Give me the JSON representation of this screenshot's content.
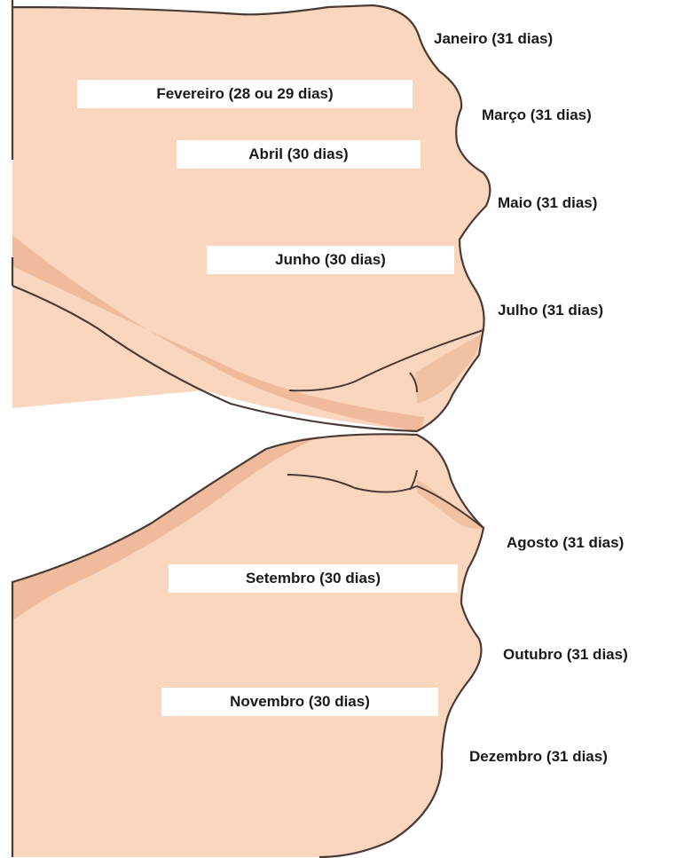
{
  "colors": {
    "skin": "#fbd6bf",
    "skin_shadow": "#efbb9c",
    "outline": "#4a3a35",
    "label_box": "#ffffff",
    "text": "#1a1a1a"
  },
  "upper_fist": {
    "months": [
      {
        "name": "Janeiro (31 dias)",
        "position": "knuckle"
      },
      {
        "name": "Fevereiro (28 ou 29 dias)",
        "position": "valley"
      },
      {
        "name": "Março (31 dias)",
        "position": "knuckle"
      },
      {
        "name": "Abril (30 dias)",
        "position": "valley"
      },
      {
        "name": "Maio (31 dias)",
        "position": "knuckle"
      },
      {
        "name": "Junho (30 dias)",
        "position": "valley"
      },
      {
        "name": "Julho (31 dias)",
        "position": "knuckle"
      }
    ]
  },
  "lower_fist": {
    "months": [
      {
        "name": "Agosto (31 dias)",
        "position": "knuckle"
      },
      {
        "name": "Setembro (30 dias)",
        "position": "valley"
      },
      {
        "name": "Outubro (31 dias)",
        "position": "knuckle"
      },
      {
        "name": "Novembro (30 dias)",
        "position": "valley"
      },
      {
        "name": "Dezembro (31 dias)",
        "position": "knuckle"
      }
    ]
  }
}
